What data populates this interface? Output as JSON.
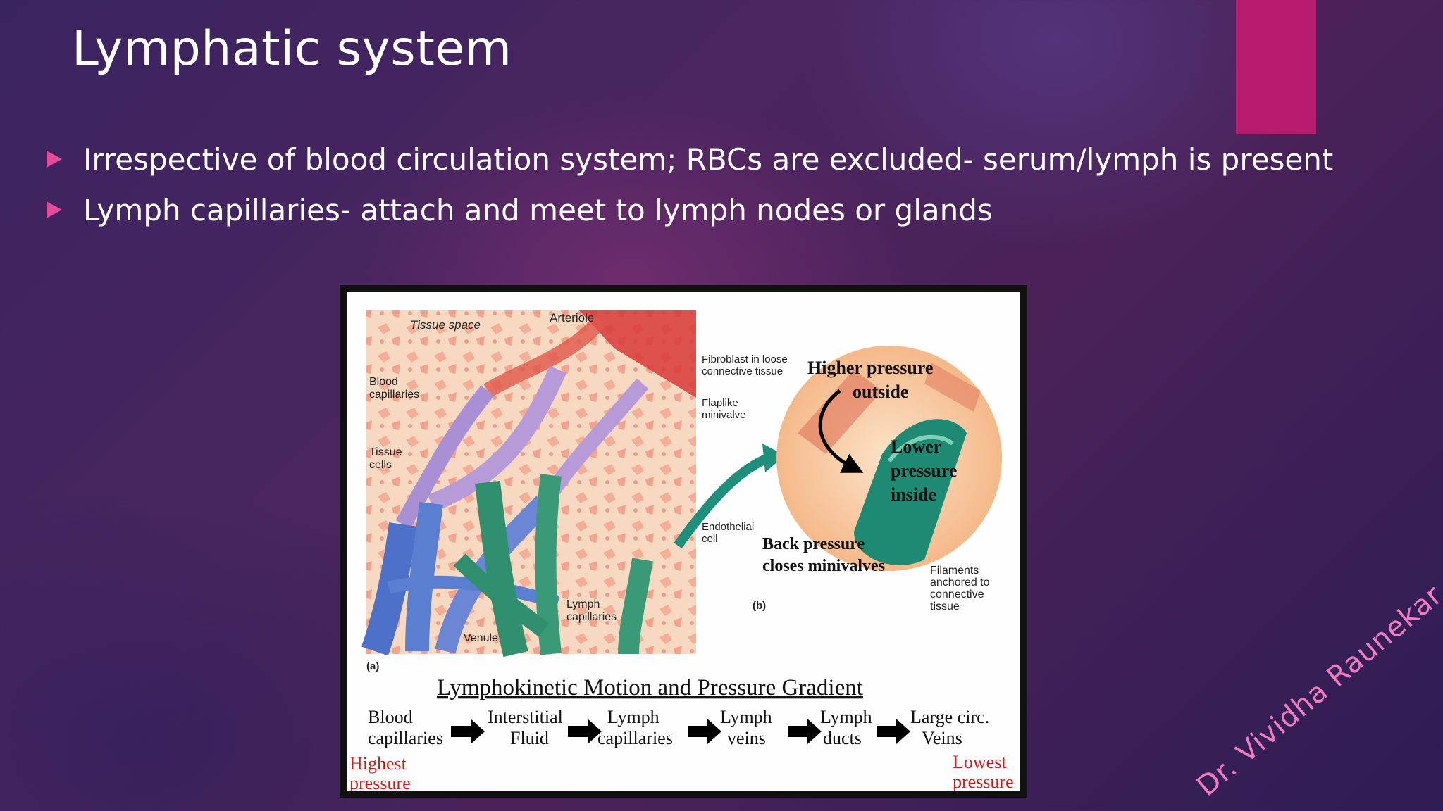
{
  "slide": {
    "title": "Lymphatic system",
    "bullets": [
      "Irrespective of blood circulation system; RBCs are excluded- serum/lymph is present",
      "Lymph capillaries- attach and meet to lymph nodes or glands"
    ],
    "accent_color": "#b81c6e",
    "bullet_color": "#e84a9a"
  },
  "figure": {
    "panel_a": {
      "label": "(a)",
      "tissue_space": "Tissue space",
      "arteriole": "Arteriole",
      "blood_capillaries": [
        "Blood",
        "capillaries"
      ],
      "tissue_cells": [
        "Tissue",
        "cells"
      ],
      "venule": "Venule",
      "lymph_capillaries": [
        "Lymph",
        "capillaries"
      ]
    },
    "panel_b": {
      "label": "(b)",
      "fibroblast": [
        "Fibroblast in loose",
        "connective tissue"
      ],
      "flaplike": [
        "Flaplike",
        "minivalve"
      ],
      "higher_pressure": [
        "Higher pressure",
        "outside"
      ],
      "lower_pressure": [
        "Lower",
        "pressure",
        "inside"
      ],
      "endothelial": [
        "Endothelial",
        "cell"
      ],
      "back_pressure": [
        "Back pressure",
        "closes minivalves"
      ],
      "filaments": [
        "Filaments",
        "anchored to",
        "connective",
        "tissue"
      ]
    },
    "gradient": {
      "title": "Lymphokinetic Motion and Pressure Gradient",
      "steps": [
        [
          "Blood",
          "capillaries"
        ],
        [
          "Interstitial",
          "Fluid"
        ],
        [
          "Lymph",
          "capillaries"
        ],
        [
          "Lymph",
          "veins"
        ],
        [
          "Lymph",
          "ducts"
        ],
        [
          "Large circ.",
          "Veins"
        ]
      ],
      "highest": [
        "Highest",
        "pressure"
      ],
      "lowest": [
        "Lowest",
        "pressure"
      ]
    }
  },
  "watermark": "Dr. Vividha Raunekar"
}
